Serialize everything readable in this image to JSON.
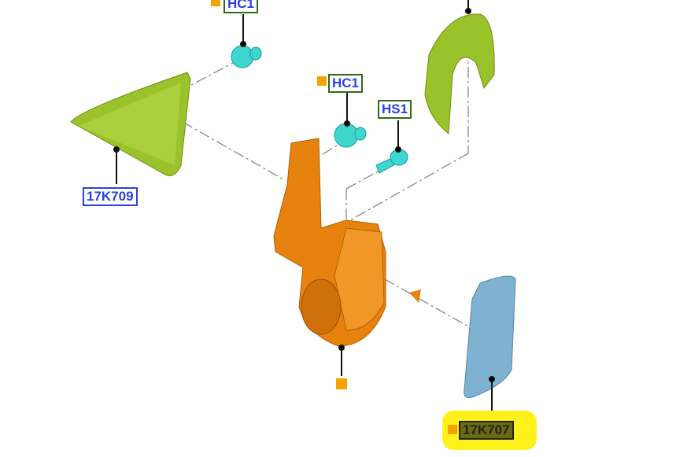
{
  "labels": {
    "hc1_top": "HC1",
    "hc1_mid": "HC1",
    "hs1": "HS1",
    "part_17k709": "17K709",
    "part_17k707": "17K707"
  },
  "colors": {
    "cover": "#9ac22a",
    "housing": "#e8820e",
    "clip": "#3fd6d0",
    "glass": "#7fb2d0",
    "highlight": "#fff21a",
    "marker": "#f5a300"
  }
}
